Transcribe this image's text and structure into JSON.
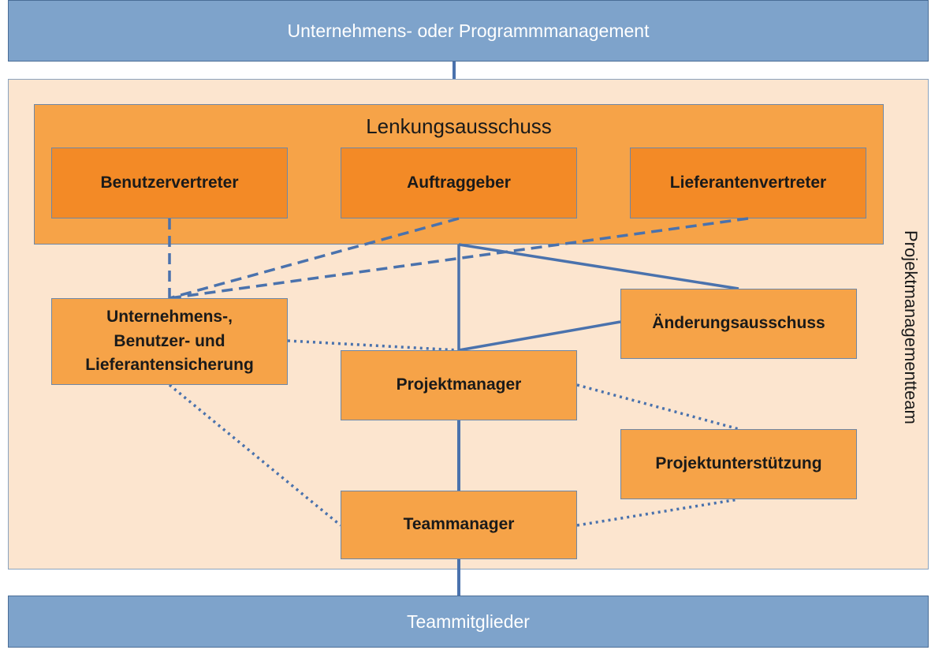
{
  "top_bar": {
    "label": "Unternehmens- oder Programmmanagement"
  },
  "bottom_bar": {
    "label": "Teammitglieder"
  },
  "pm_team": {
    "label": "Projektmanagementteam"
  },
  "steering_committee": {
    "title": "Lenkungsausschuss",
    "members": {
      "user_rep": "Benutzervertreter",
      "client": "Auftraggeber",
      "supplier_rep": "Lieferantenvertreter"
    }
  },
  "roles": {
    "assurance": "Unternehmens-,\nBenutzer- und\nLieferantensicherung",
    "change_authority": "Änderungsausschuss",
    "project_manager": "Projektmanager",
    "project_support": "Projektunterstützung",
    "team_manager": "Teammanager"
  },
  "colors": {
    "blue_bar": "#7ea3cb",
    "pm_team_bg": "#fce5cf",
    "steering_bg": "#f6a348",
    "dark_orange": "#f38a26",
    "connector": "#4a72ad"
  }
}
